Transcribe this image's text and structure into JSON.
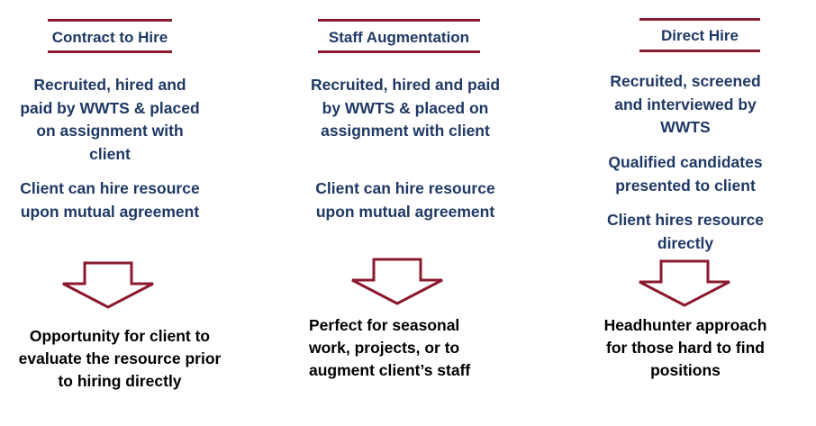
{
  "colors": {
    "accent": "#8b1a2e",
    "heading_text": "#1f3864",
    "body_text": "#1f3864",
    "outcome_text": "#000000",
    "arrow_fill": "#ffffff"
  },
  "columns": [
    {
      "title": "Contract to Hire",
      "paragraphs": [
        "Recruited, hired and paid by WWTS & placed on assignment with client",
        "Client can hire resource upon mutual agreement"
      ],
      "outcome": "Opportunity for client to evaluate the resource prior to hiring directly"
    },
    {
      "title": "Staff Augmentation",
      "paragraphs": [
        "Recruited, hired and paid by WWTS & placed on assignment with client",
        "Client can hire resource upon mutual agreement"
      ],
      "outcome": "Perfect for seasonal work, projects, or to augment client’s staff"
    },
    {
      "title": "Direct Hire",
      "paragraphs": [
        "Recruited, screened and interviewed by WWTS",
        "Qualified candidates presented to client",
        "Client hires resource directly"
      ],
      "outcome": "Headhunter approach for those hard to find positions"
    }
  ]
}
